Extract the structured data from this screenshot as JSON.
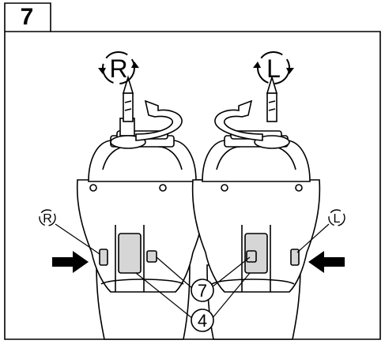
{
  "step": {
    "number": "7"
  },
  "direction": {
    "right": {
      "symbol": "R"
    },
    "left": {
      "symbol": "L"
    }
  },
  "callouts": {
    "seven": "7",
    "four": "4"
  },
  "colors": {
    "line": "#000000",
    "fill": "#ffffff",
    "shade": "#d6d6d6"
  }
}
